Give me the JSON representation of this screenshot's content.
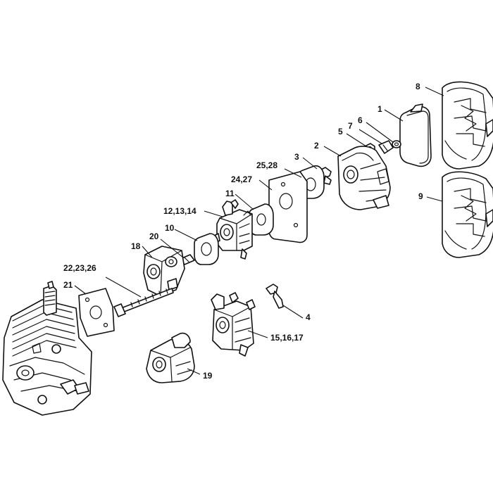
{
  "diagram": {
    "callouts": [
      {
        "id": "c1",
        "label": "1"
      },
      {
        "id": "c2",
        "label": "2"
      },
      {
        "id": "c3",
        "label": "3"
      },
      {
        "id": "c4",
        "label": "4"
      },
      {
        "id": "c5",
        "label": "5"
      },
      {
        "id": "c6",
        "label": "6"
      },
      {
        "id": "c7",
        "label": "7"
      },
      {
        "id": "c8",
        "label": "8"
      },
      {
        "id": "c9",
        "label": "9"
      },
      {
        "id": "c10",
        "label": "10"
      },
      {
        "id": "c11",
        "label": "11"
      },
      {
        "id": "c12",
        "label": "12,13,14"
      },
      {
        "id": "c15",
        "label": "15,16,17"
      },
      {
        "id": "c18",
        "label": "18"
      },
      {
        "id": "c19",
        "label": "19"
      },
      {
        "id": "c20",
        "label": "20"
      },
      {
        "id": "c21",
        "label": "21"
      },
      {
        "id": "c22",
        "label": "22,23,26"
      },
      {
        "id": "c24",
        "label": "24,27"
      },
      {
        "id": "c25",
        "label": "25,28"
      }
    ]
  }
}
